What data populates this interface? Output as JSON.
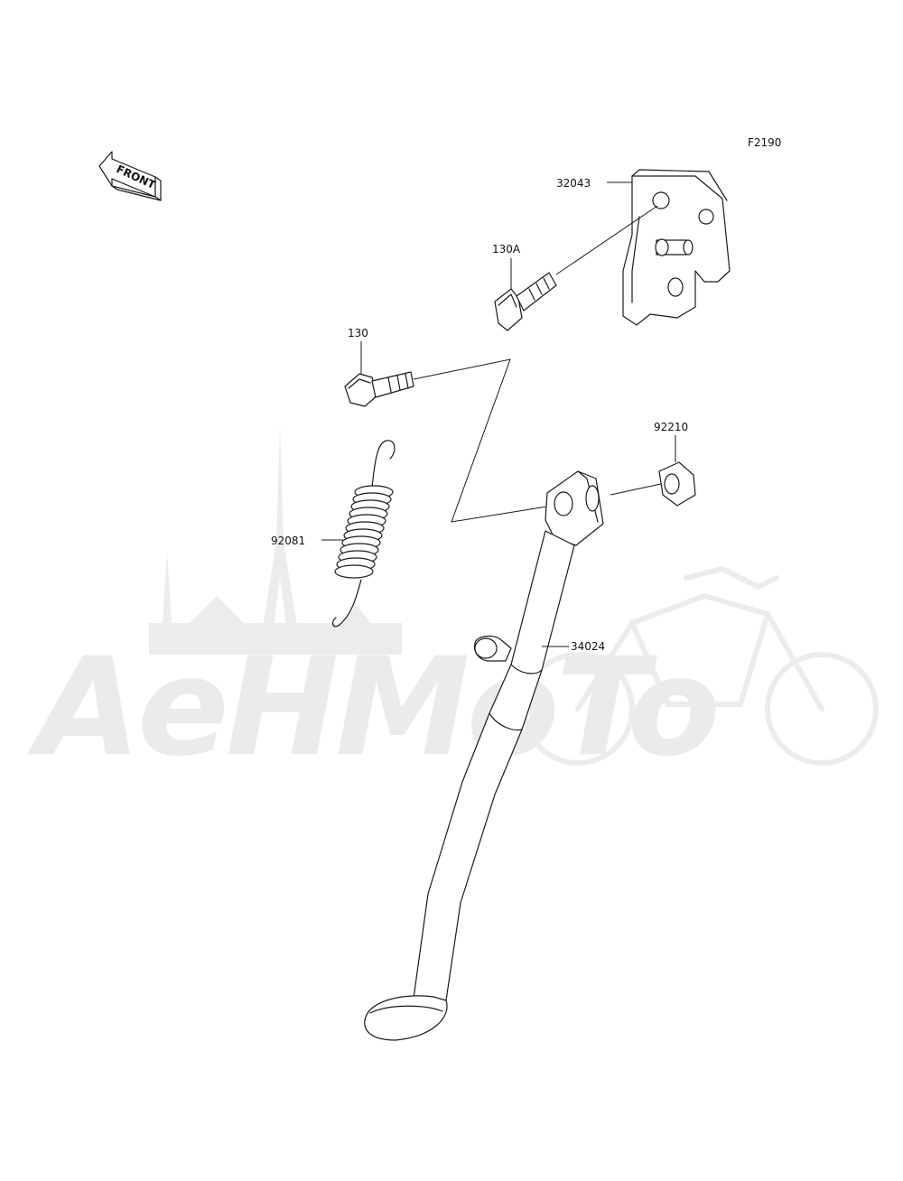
{
  "figure_code": "F2190",
  "front_label": "FRONT",
  "watermark_text": "AeHMoTo",
  "parts": [
    {
      "id": "32043"
    },
    {
      "id": "130A"
    },
    {
      "id": "130"
    },
    {
      "id": "92210"
    },
    {
      "id": "92081"
    },
    {
      "id": "34024"
    }
  ],
  "colors": {
    "line": "#1a1a1a",
    "watermark": "#ececec"
  }
}
